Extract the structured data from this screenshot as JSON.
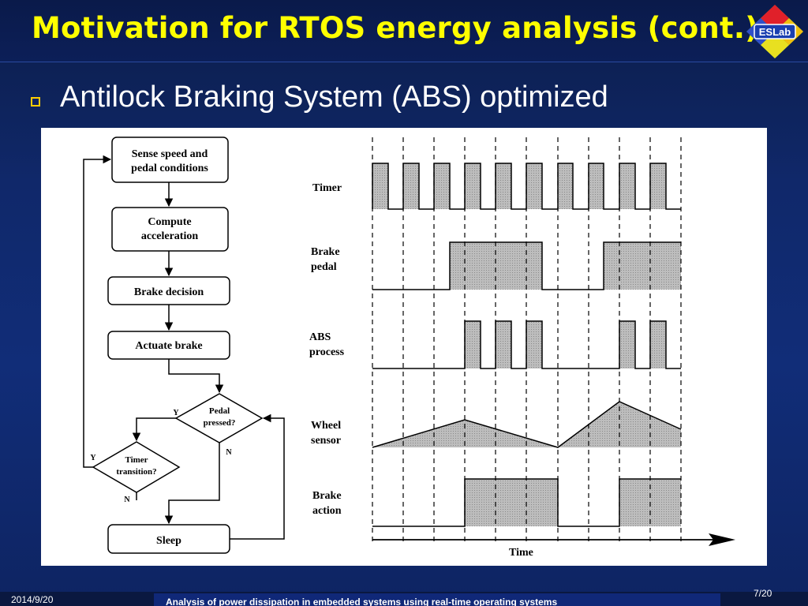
{
  "header": {
    "title": "Motivation for RTOS energy analysis (cont.)",
    "logo_text": "ESLab"
  },
  "content": {
    "bullet": "Antilock Braking System (ABS) optimized"
  },
  "flowchart": {
    "sense": [
      "Sense speed and",
      "pedal conditions"
    ],
    "compute": [
      "Compute",
      "acceleration"
    ],
    "decision": "Brake decision",
    "actuate": "Actuate brake",
    "pedal": [
      "Pedal",
      "pressed?"
    ],
    "timer": [
      "Timer",
      "transition?"
    ],
    "sleep": "Sleep",
    "yes": "Y",
    "no": "N"
  },
  "timing": {
    "signals": [
      {
        "label": [
          "Timer"
        ]
      },
      {
        "label": [
          "Brake",
          "pedal"
        ]
      },
      {
        "label": [
          "ABS",
          "process"
        ]
      },
      {
        "label": [
          "Wheel",
          "sensor"
        ]
      },
      {
        "label": [
          "Brake",
          "action"
        ]
      }
    ],
    "axis_label": "Time"
  },
  "footer": {
    "date": "2014/9/20",
    "title": "Analysis of power dissipation in embedded systems using real-time operating systems",
    "page": "7/20"
  }
}
